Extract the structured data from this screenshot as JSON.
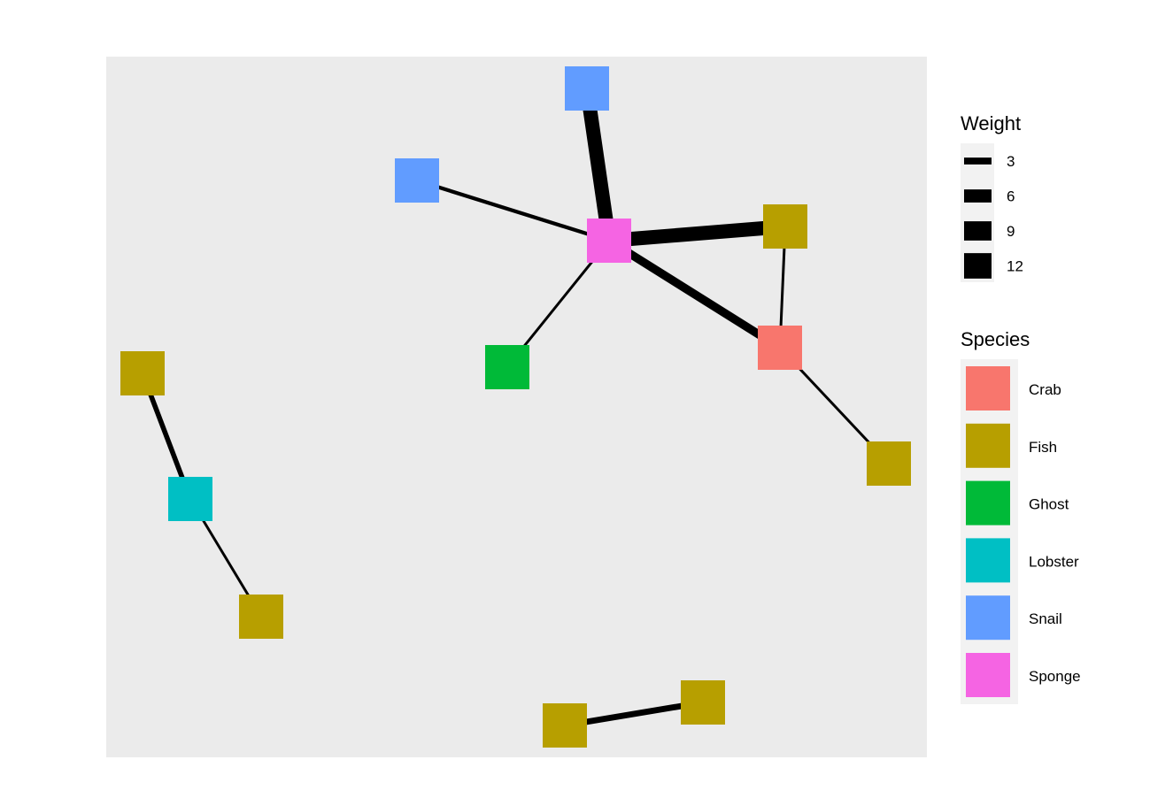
{
  "colors": {
    "panel_bg": "#EBEBEB",
    "edge": "#000000",
    "legend_key_bg": "#F2F2F2"
  },
  "nodes": [
    {
      "id": "n1",
      "species": "Snail"
    },
    {
      "id": "n2",
      "species": "Snail"
    },
    {
      "id": "n3",
      "species": "Sponge"
    },
    {
      "id": "n4",
      "species": "Fish"
    },
    {
      "id": "n5",
      "species": "Ghost"
    },
    {
      "id": "n6",
      "species": "Crab"
    },
    {
      "id": "n7",
      "species": "Fish"
    },
    {
      "id": "n8",
      "species": "Fish"
    },
    {
      "id": "n9",
      "species": "Lobster"
    },
    {
      "id": "n10",
      "species": "Fish"
    },
    {
      "id": "n11",
      "species": "Fish"
    },
    {
      "id": "n12",
      "species": "Fish"
    }
  ],
  "edges": [
    {
      "from": "n1",
      "to": "n3",
      "weight": 12
    },
    {
      "from": "n2",
      "to": "n3",
      "weight": 3
    },
    {
      "from": "n3",
      "to": "n4",
      "weight": 12
    },
    {
      "from": "n3",
      "to": "n6",
      "weight": 7
    },
    {
      "from": "n3",
      "to": "n5",
      "weight": 2
    },
    {
      "from": "n4",
      "to": "n6",
      "weight": 2
    },
    {
      "from": "n6",
      "to": "n7",
      "weight": 2
    },
    {
      "from": "n8",
      "to": "n9",
      "weight": 4
    },
    {
      "from": "n9",
      "to": "n10",
      "weight": 2
    },
    {
      "from": "n11",
      "to": "n12",
      "weight": 5
    }
  ],
  "legend_weight": {
    "title": "Weight",
    "items": [
      {
        "label": "3",
        "weight": 3
      },
      {
        "label": "6",
        "weight": 6
      },
      {
        "label": "9",
        "weight": 9
      },
      {
        "label": "12",
        "weight": 12
      }
    ]
  },
  "legend_species": {
    "title": "Species",
    "items": [
      {
        "label": "Crab",
        "color": "#F8766D"
      },
      {
        "label": "Fish",
        "color": "#B79F00"
      },
      {
        "label": "Ghost",
        "color": "#00BA38"
      },
      {
        "label": "Lobster",
        "color": "#00BFC4"
      },
      {
        "label": "Snail",
        "color": "#619CFF"
      },
      {
        "label": "Sponge",
        "color": "#F564E3"
      }
    ]
  }
}
